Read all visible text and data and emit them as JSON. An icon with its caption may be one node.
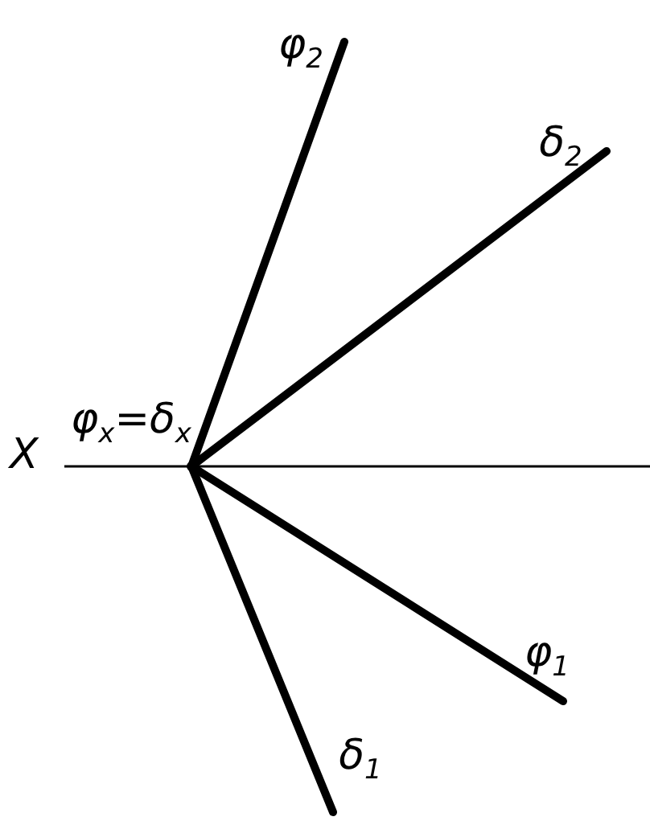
{
  "diagram": {
    "nodes": [
      {
        "text": [],
        "shape": "point"
      },
      {
        "text": [
          "φ$_{2}$"
        ]
      },
      {
        "text": [
          "δ$_{2}$"
        ]
      },
      {
        "text": [
          "φ$_{1}$"
        ]
      },
      {
        "text": [
          "δ$_{1}$"
        ]
      }
    ],
    "edges": [
      {
        "from": 0,
        "to": 1,
        "arrow": "none"
      },
      {
        "from": 0,
        "to": 2,
        "arrow": "none"
      },
      {
        "from": 0,
        "to": 3,
        "arrow": "none"
      },
      {
        "from": 0,
        "to": 4,
        "arrow": "none"
      }
    ],
    "labels": [
      "X",
      "φ$_{x}$=δ$_{x}$"
    ]
  }
}
